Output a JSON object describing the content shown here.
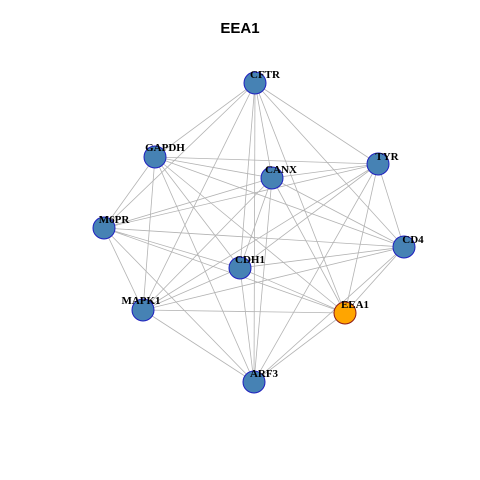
{
  "title": "EEA1",
  "colors": {
    "node_fill": "#4682b4",
    "node_stroke": "#1f1fbf",
    "focus_fill": "#ffa500",
    "focus_stroke": "#8b1a1a",
    "edge": "#b3b3b3"
  },
  "nodes": [
    {
      "id": "CFTR",
      "label": "CFTR",
      "focus": false
    },
    {
      "id": "GAPDH",
      "label": "GAPDH",
      "focus": false
    },
    {
      "id": "CANX",
      "label": "CANX",
      "focus": false
    },
    {
      "id": "TYR",
      "label": "TYR",
      "focus": false
    },
    {
      "id": "M6PR",
      "label": "M6PR",
      "focus": false
    },
    {
      "id": "CD4",
      "label": "CD4",
      "focus": false
    },
    {
      "id": "CDH1",
      "label": "CDH1",
      "focus": false
    },
    {
      "id": "MAPK1",
      "label": "MAPK1",
      "focus": false
    },
    {
      "id": "EEA1",
      "label": "EEA1",
      "focus": true
    },
    {
      "id": "ARF3",
      "label": "ARF3",
      "focus": false
    }
  ],
  "edges": [
    [
      "CFTR",
      "GAPDH"
    ],
    [
      "CFTR",
      "TYR"
    ],
    [
      "CFTR",
      "CANX"
    ],
    [
      "CFTR",
      "M6PR"
    ],
    [
      "CFTR",
      "CD4"
    ],
    [
      "CFTR",
      "CDH1"
    ],
    [
      "CFTR",
      "MAPK1"
    ],
    [
      "CFTR",
      "EEA1"
    ],
    [
      "CFTR",
      "ARF3"
    ],
    [
      "GAPDH",
      "CANX"
    ],
    [
      "GAPDH",
      "TYR"
    ],
    [
      "GAPDH",
      "M6PR"
    ],
    [
      "GAPDH",
      "CD4"
    ],
    [
      "GAPDH",
      "CDH1"
    ],
    [
      "GAPDH",
      "MAPK1"
    ],
    [
      "GAPDH",
      "EEA1"
    ],
    [
      "GAPDH",
      "ARF3"
    ],
    [
      "CANX",
      "TYR"
    ],
    [
      "CANX",
      "M6PR"
    ],
    [
      "CANX",
      "CD4"
    ],
    [
      "CANX",
      "CDH1"
    ],
    [
      "CANX",
      "MAPK1"
    ],
    [
      "CANX",
      "EEA1"
    ],
    [
      "CANX",
      "ARF3"
    ],
    [
      "TYR",
      "M6PR"
    ],
    [
      "TYR",
      "CD4"
    ],
    [
      "TYR",
      "CDH1"
    ],
    [
      "TYR",
      "MAPK1"
    ],
    [
      "TYR",
      "EEA1"
    ],
    [
      "TYR",
      "ARF3"
    ],
    [
      "M6PR",
      "CD4"
    ],
    [
      "M6PR",
      "CDH1"
    ],
    [
      "M6PR",
      "MAPK1"
    ],
    [
      "M6PR",
      "EEA1"
    ],
    [
      "M6PR",
      "ARF3"
    ],
    [
      "CD4",
      "CDH1"
    ],
    [
      "CD4",
      "MAPK1"
    ],
    [
      "CD4",
      "EEA1"
    ],
    [
      "CD4",
      "ARF3"
    ],
    [
      "CDH1",
      "MAPK1"
    ],
    [
      "CDH1",
      "EEA1"
    ],
    [
      "CDH1",
      "ARF3"
    ],
    [
      "MAPK1",
      "EEA1"
    ],
    [
      "MAPK1",
      "ARF3"
    ],
    [
      "EEA1",
      "ARF3"
    ]
  ]
}
